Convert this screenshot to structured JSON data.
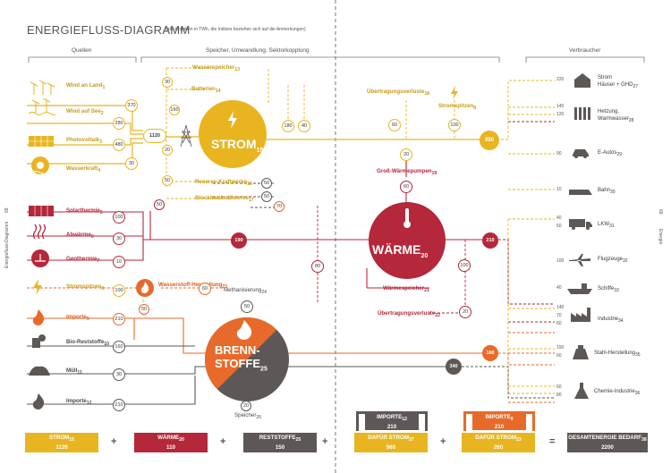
{
  "title": "ENERGIEFLUSS-DIAGRAMM",
  "subtitle": "(alle Angaben in TWh, die Indizes beziehen sich auf die Anmerkungen)",
  "section_headers": {
    "sources": "Quellen",
    "middle": "Speicher, Umwandlung, Sektorkopplung",
    "consumers": "Verbraucher"
  },
  "sources": [
    {
      "label": "Wind an Land",
      "sub": "1",
      "value": "370"
    },
    {
      "label": "Wind auf See",
      "sub": "2",
      "value": "280"
    },
    {
      "label": "Photovoltaik",
      "sub": "3",
      "value": "480"
    },
    {
      "label": "Wasserkraft",
      "sub": "4",
      "value": "30"
    },
    {
      "label": "Solarthermie",
      "sub": "5",
      "value": "100"
    },
    {
      "label": "Abwärme",
      "sub": "6",
      "value": "30"
    },
    {
      "label": "Geothermie",
      "sub": "7",
      "value": "10"
    },
    {
      "label": "Stromspitzen",
      "sub": "8",
      "value": "100"
    },
    {
      "label": "Importe",
      "sub": "9",
      "value": "210"
    },
    {
      "label": "Bio-Reststoffe",
      "sub": "10",
      "value": "160"
    },
    {
      "label": "Müll",
      "sub": "11",
      "value": "30"
    },
    {
      "label": "Importe",
      "sub": "12",
      "value": "210"
    }
  ],
  "hubs": {
    "strom": {
      "label": "STROM",
      "sub": "15",
      "input": "1120",
      "output": "980",
      "color": "#e8b520"
    },
    "waerme": {
      "label": "WÄRME",
      "sub": "20",
      "input": "190",
      "output": "210",
      "color": "#b5273a"
    },
    "brenn": {
      "label1": "BRENN-",
      "label2": "STOFFE",
      "sub": "25",
      "out_top": "160",
      "out_bottom": "340",
      "color_top": "#e86a2a",
      "color_bottom": "#5d5855"
    }
  },
  "middle_nodes": {
    "wasserspeicher": {
      "label": "Wasserspeicher",
      "sub": "13",
      "value": "30"
    },
    "batterien": {
      "label": "Batterien",
      "sub": "14",
      "value": "160"
    },
    "reserve": {
      "label": "Reserve-Kraftwerke",
      "sub": "16",
      "value": "50"
    },
    "bhkw": {
      "label": "Blockheizkraftwerke",
      "sub": "17",
      "value": "50",
      "v2": "70",
      "v3": "50"
    },
    "uebertragung_strom": {
      "label": "Übertragungsverluste",
      "sub": "18",
      "value": "60"
    },
    "stromspitzen_out": {
      "label": "Stromspitzen",
      "sub": "8",
      "value": "100"
    },
    "strom_right_a": "180",
    "strom_right_b": "40",
    "waerme_down": "20",
    "grosswaermepumpen": {
      "label": "Groß-Wärmepumpen",
      "sub": "19",
      "value": "60"
    },
    "waermespeicher": {
      "label": "Wärmespeicher",
      "sub": "21",
      "value": "100"
    },
    "uebertragung_waerme": {
      "label": "Übertragungsverluste",
      "sub": "22",
      "value": "20"
    },
    "wasserstoff": {
      "label": "Wasserstoff-Herstellung",
      "sub": "23",
      "value": "60"
    },
    "methanisierung": {
      "label": "Methanisierung",
      "sub": "24",
      "value": "50"
    },
    "speicher": {
      "label": "Speicher",
      "sub": "26",
      "value": "20"
    },
    "fifty_left": "50",
    "eighty": "80",
    "src_sw_a": "50",
    "strom_left_20": "20"
  },
  "consumers": [
    {
      "label": "Strom",
      "label2": "Häuser + GHD",
      "sub": "27",
      "values": [
        "220"
      ]
    },
    {
      "label": "Hetzung,",
      "label2": "Warmwasser",
      "sub": "28",
      "values": [
        "140",
        "120"
      ]
    },
    {
      "label": "E-Autos",
      "sub": "29",
      "values": [
        "90"
      ]
    },
    {
      "label": "Bahn",
      "sub": "30",
      "values": [
        "10"
      ]
    },
    {
      "label": "LKW",
      "sub": "31",
      "values": [
        "40",
        "50"
      ]
    },
    {
      "label": "Flugzeuge",
      "sub": "32",
      "values": [
        "100"
      ]
    },
    {
      "label": "Schiffe",
      "sub": "33",
      "values": [
        "40"
      ]
    },
    {
      "label": "Industrie",
      "sub": "34",
      "values": [
        "140",
        "70",
        "60"
      ]
    },
    {
      "label": "Stahl-Herstellung",
      "sub": "35",
      "values": [
        "150",
        "60"
      ]
    },
    {
      "label": "Chemie-Industrie",
      "sub": "36",
      "values": [
        "60",
        "80"
      ]
    }
  ],
  "totals": {
    "strom": {
      "label": "STROM",
      "sub": "15",
      "value": "1120"
    },
    "waerme": {
      "label": "WÄRME",
      "sub": "20",
      "value": "110"
    },
    "reststoffe": {
      "label": "RESTSTOFFE",
      "sub": "25",
      "value": "150"
    },
    "importe_a": {
      "label": "IMPORTE",
      "sub": "12",
      "value": "210"
    },
    "strom_a": {
      "label": "DAFÜR STROM",
      "sub": "37",
      "value": "560"
    },
    "importe_b": {
      "label": "IMPORTE",
      "sub": "9",
      "value": "210"
    },
    "strom_b": {
      "label": "DAFÜR STROM",
      "sub": "23",
      "value": "260"
    },
    "gesamt": {
      "label": "GESAMTENERGIE BEDARF",
      "sub": "38",
      "value": "2200"
    },
    "op_plus": "+",
    "op_eq": "="
  },
  "margins": {
    "left": "Energiefluss-Diagramm",
    "left_num": "68",
    "right": "Energie",
    "right_num": "69"
  },
  "colors": {
    "yellow": "#e8b520",
    "red": "#b5273a",
    "orange": "#e86a2a",
    "grey": "#5d5855",
    "line": "#888888"
  }
}
